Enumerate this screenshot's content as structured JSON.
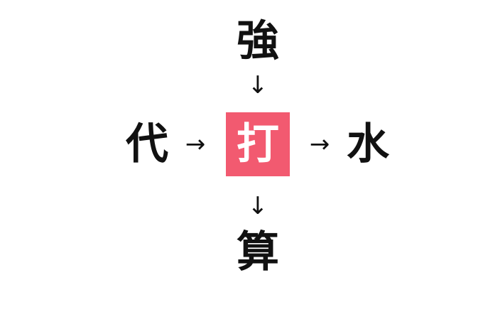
{
  "puzzle": {
    "top": "強",
    "left": "代",
    "center": "打",
    "right": "水",
    "bottom": "算",
    "arrow_down": "↓",
    "arrow_right": "→"
  },
  "colors": {
    "highlight": "#f25a70",
    "highlight_text": "#ffffff"
  }
}
